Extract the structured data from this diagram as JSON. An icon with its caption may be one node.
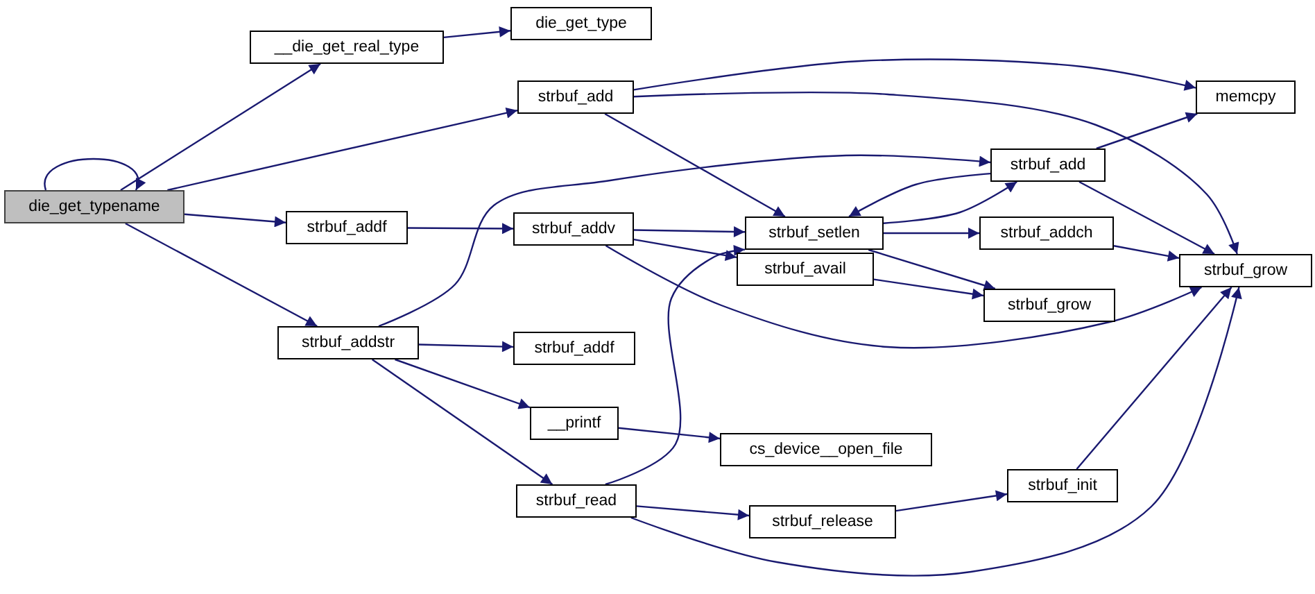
{
  "diagram": {
    "nodes": [
      {
        "text": [
          "die_get_typename"
        ]
      },
      {
        "text": [
          "__die_get_real_type"
        ]
      },
      {
        "text": [
          "die_get_type"
        ]
      },
      {
        "text": [
          "strbuf_add"
        ]
      },
      {
        "text": [
          "memcpy"
        ]
      },
      {
        "text": [
          "strbuf_add"
        ]
      },
      {
        "text": [
          "strbuf_addf"
        ]
      },
      {
        "text": [
          "strbuf_addv"
        ]
      },
      {
        "text": [
          "strbuf_setlen"
        ]
      },
      {
        "text": [
          "strbuf_addch"
        ]
      },
      {
        "text": [
          "strbuf_avail"
        ]
      },
      {
        "text": [
          "strbuf_grow"
        ]
      },
      {
        "text": [
          "strbuf_grow"
        ]
      },
      {
        "text": [
          "strbuf_addstr"
        ]
      },
      {
        "text": [
          "strbuf_addf"
        ]
      },
      {
        "text": [
          "__printf"
        ]
      },
      {
        "text": [
          "cs_device__open_file"
        ]
      },
      {
        "text": [
          "strbuf_read"
        ]
      },
      {
        "text": [
          "strbuf_release"
        ]
      },
      {
        "text": [
          "strbuf_init"
        ]
      }
    ],
    "edges": [
      {
        "from": 0,
        "to": 0,
        "arrow": "to"
      },
      {
        "from": 0,
        "to": 1,
        "arrow": "to"
      },
      {
        "from": 0,
        "to": 3,
        "arrow": "to"
      },
      {
        "from": 0,
        "to": 6,
        "arrow": "to"
      },
      {
        "from": 0,
        "to": 13,
        "arrow": "to"
      },
      {
        "from": 1,
        "to": 2,
        "arrow": "to"
      },
      {
        "from": 3,
        "to": 4,
        "arrow": "to"
      },
      {
        "from": 3,
        "to": 11,
        "arrow": "to"
      },
      {
        "from": 3,
        "to": 8,
        "arrow": "to"
      },
      {
        "from": 5,
        "to": 4,
        "arrow": "to"
      },
      {
        "from": 5,
        "to": 11,
        "arrow": "to"
      },
      {
        "from": 5,
        "to": 8,
        "arrow": "to"
      },
      {
        "from": 8,
        "to": 5,
        "arrow": "to"
      },
      {
        "from": 8,
        "to": 9,
        "arrow": "to"
      },
      {
        "from": 8,
        "to": 12,
        "arrow": "to"
      },
      {
        "from": 6,
        "to": 7,
        "arrow": "to"
      },
      {
        "from": 7,
        "to": 8,
        "arrow": "to"
      },
      {
        "from": 7,
        "to": 10,
        "arrow": "to"
      },
      {
        "from": 7,
        "to": 11,
        "arrow": "to"
      },
      {
        "from": 10,
        "to": 12,
        "arrow": "to"
      },
      {
        "from": 9,
        "to": 11,
        "arrow": "to"
      },
      {
        "from": 13,
        "to": 5,
        "arrow": "to"
      },
      {
        "from": 13,
        "to": 14,
        "arrow": "to"
      },
      {
        "from": 13,
        "to": 15,
        "arrow": "to"
      },
      {
        "from": 13,
        "to": 17,
        "arrow": "to"
      },
      {
        "from": 15,
        "to": 16,
        "arrow": "to"
      },
      {
        "from": 17,
        "to": 8,
        "arrow": "to"
      },
      {
        "from": 17,
        "to": 18,
        "arrow": "to"
      },
      {
        "from": 17,
        "to": 11,
        "arrow": "to"
      },
      {
        "from": 18,
        "to": 19,
        "arrow": "to"
      },
      {
        "from": 19,
        "to": 11,
        "arrow": "to"
      }
    ]
  }
}
